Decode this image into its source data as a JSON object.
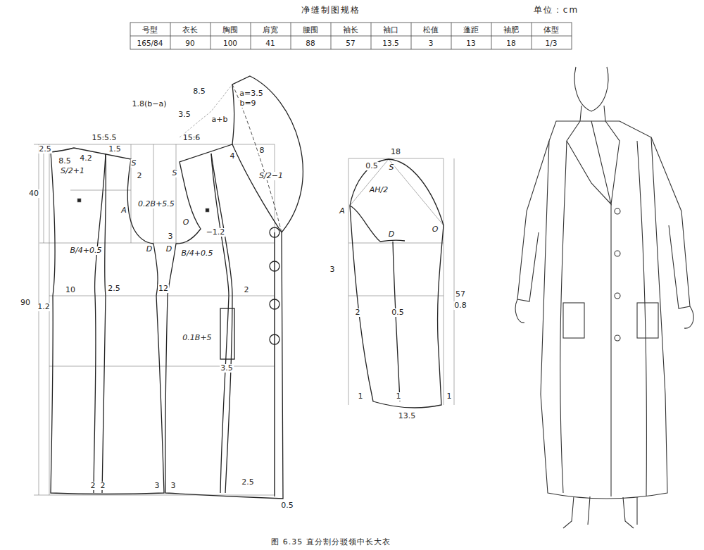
{
  "diagram": {
    "title": "净缝制图规格",
    "caption": "图 6.35 直分割分驳领中长大衣",
    "labels": [
      "单位：cm",
      "号型",
      "衣长",
      "胸围",
      "肩宽",
      "腰围",
      "袖长",
      "袖口",
      "松值",
      "蓬距",
      "袖肥",
      "体型",
      "165/84",
      "90",
      "100",
      "41",
      "88",
      "57",
      "13.5",
      "3",
      "13",
      "18",
      "1/3",
      "8.5",
      "a=3.5",
      "b=9",
      "1.8(b−a)",
      "3.5",
      "a+b",
      "15:5.5",
      "15:6",
      "2.5",
      "4.2",
      "1.5",
      "8.5",
      "S",
      "S/2+1",
      "2",
      "0.2B+5.5",
      "S",
      "4",
      "8",
      "S/2−1",
      "A",
      "O",
      "−1.2",
      "3",
      "40",
      "B/4+0.5",
      "D",
      "D",
      "B/4+0.5",
      "10",
      "2.5",
      "12",
      "2",
      "90",
      "1.2",
      "0.1B+5",
      "3.5",
      "2",
      "2",
      "3",
      "3",
      "2.5",
      "0.5",
      "18",
      "0.5",
      "S",
      "AH/2",
      "A",
      "O",
      "D",
      "3",
      "2",
      "0.5",
      "57",
      "0.8",
      "1",
      "1",
      "1",
      "13.5"
    ]
  }
}
